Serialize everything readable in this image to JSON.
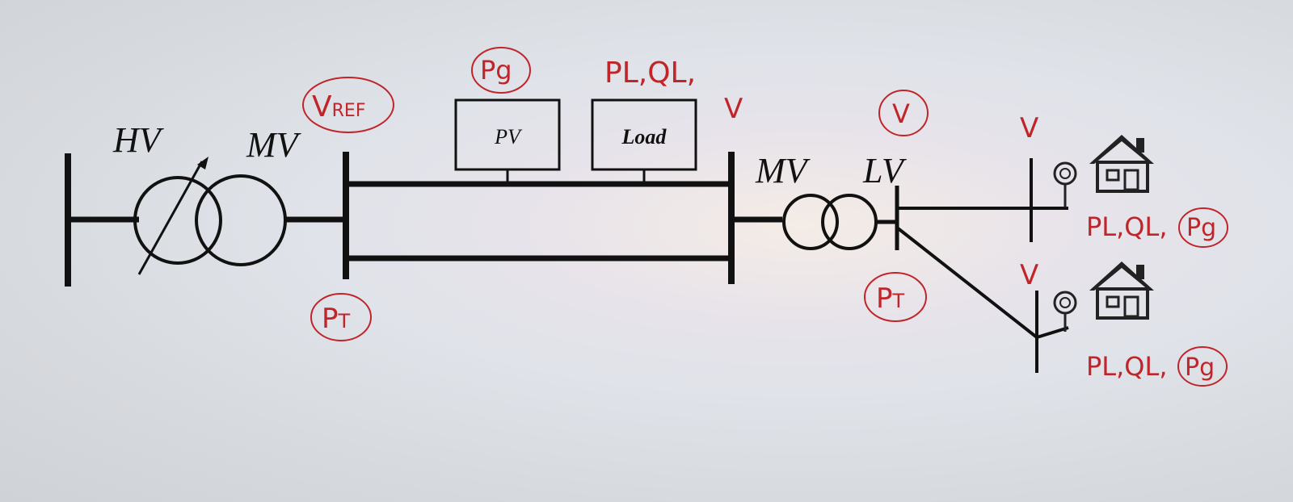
{
  "labels": {
    "hv": "HV",
    "mv_left": "MV",
    "mv_right": "MV",
    "lv": "LV",
    "pv_box": "PV",
    "load_box": "Load"
  },
  "measurements": {
    "vref_main": "V",
    "vref_sub": "REF",
    "pt_left_main": "P",
    "pt_left_sub": "T",
    "pg_top": "Pg",
    "load_meas": "PL,QL,",
    "v_mv_end": "V",
    "v_lv_circle": "V",
    "pt_right_main": "P",
    "pt_right_sub": "T",
    "v_house1": "V",
    "v_house2": "V",
    "house1_meas": "PL,QL,",
    "house1_pg": "Pg",
    "house2_meas": "PL,QL,",
    "house2_pg": "Pg"
  },
  "icons": [
    "house-icon",
    "meter-icon"
  ],
  "colors": {
    "measurement": "#c0252a",
    "line": "#111111"
  }
}
